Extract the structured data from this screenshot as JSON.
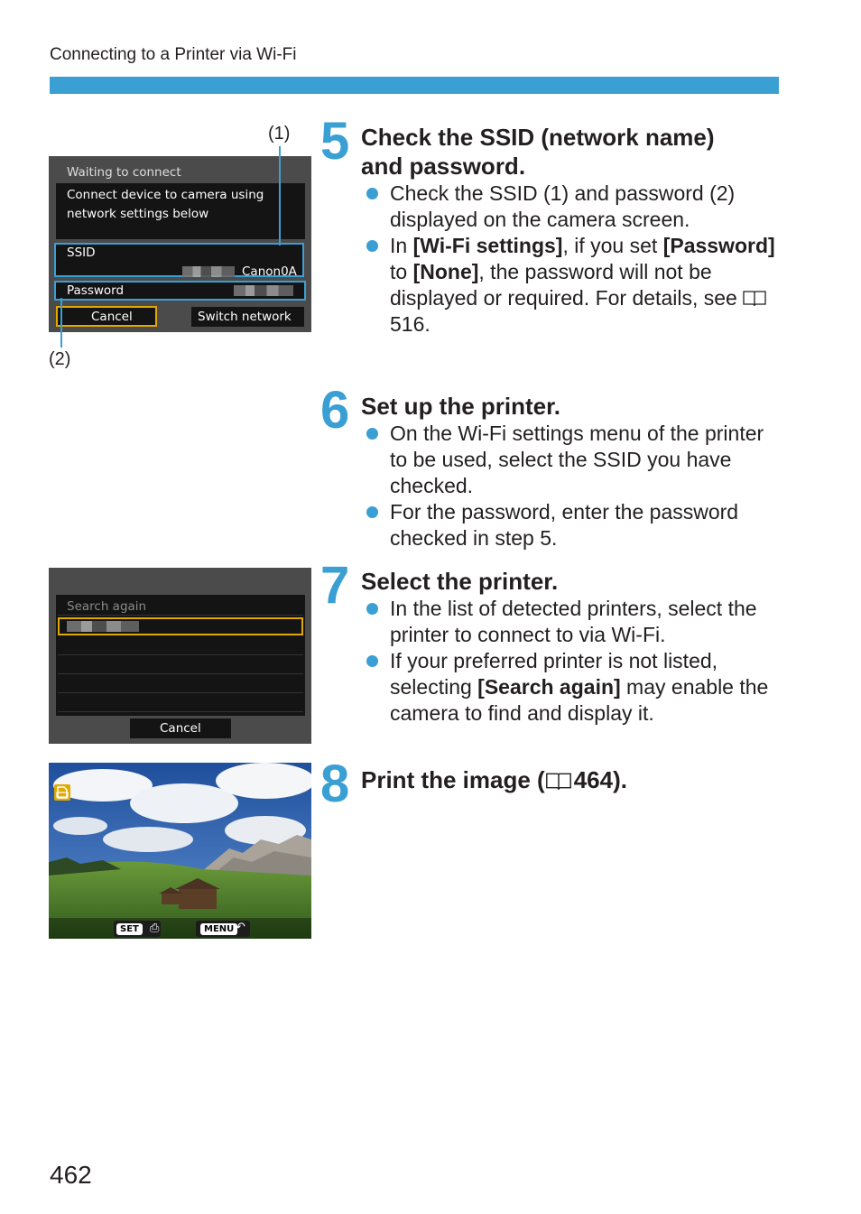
{
  "header": {
    "section_title": "Connecting to a Printer via Wi-Fi"
  },
  "colors": {
    "accent": "#3a9fd3",
    "highlight": "#e0a800"
  },
  "screen1": {
    "status": "Waiting to connect",
    "message_line1": "Connect device to camera using",
    "message_line2": "network settings below",
    "ssid_label": "SSID",
    "ssid_value": "Canon0A",
    "password_label": "Password",
    "cancel_label": "Cancel",
    "switch_label": "Switch network",
    "callout_1": "(1)",
    "callout_2": "(2)"
  },
  "screen2": {
    "search_again": "Search again",
    "cancel_label": "Cancel"
  },
  "photo_screen": {
    "set_label": "SET",
    "menu_label": "MENU",
    "print_icon": "print-icon",
    "return_icon": "return-icon"
  },
  "steps": [
    {
      "number": "5",
      "title_line1": "Check the SSID (network name)",
      "title_line2": "and password.",
      "bullet1": "Check the SSID (1) and password (2) displayed on the camera screen.",
      "bullet2_pre": "In ",
      "bullet2_b1": "[Wi-Fi settings]",
      "bullet2_mid1": ", if you set ",
      "bullet2_b2": "[Password]",
      "bullet2_mid2": " to ",
      "bullet2_b3": "[None]",
      "bullet2_post": ", the password will not be displayed or required. For details, see ",
      "bullet2_page": "516."
    },
    {
      "number": "6",
      "title": "Set up the printer.",
      "bullet1": "On the Wi-Fi settings menu of the printer to be used, select the SSID you have checked.",
      "bullet2": "For the password, enter the password checked in step 5."
    },
    {
      "number": "7",
      "title": "Select the printer.",
      "bullet1": "In the list of detected printers, select the printer to connect to via Wi-Fi.",
      "bullet2_pre": "If your preferred printer is not listed, selecting ",
      "bullet2_b": "[Search again]",
      "bullet2_post": " may enable the camera to find and display it."
    },
    {
      "number": "8",
      "title_pre": "Print the image (",
      "title_page": "464).",
      "book_icon": "book-icon"
    }
  ],
  "footer": {
    "page_number": "462"
  }
}
